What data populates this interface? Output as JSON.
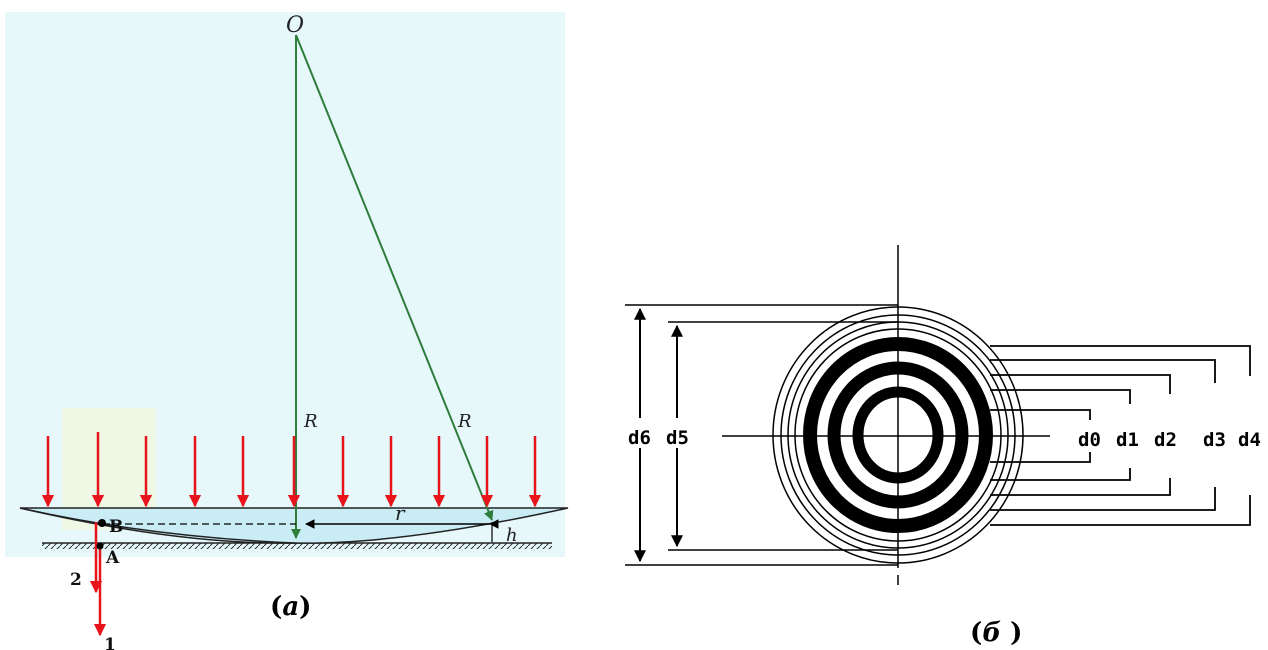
{
  "diagram_a": {
    "center_label": "O",
    "radius_label_left": "R",
    "radius_label_right": "R",
    "r_label": "r",
    "h_label": "h",
    "point_B": "B",
    "point_A": "A",
    "ray_2": "2",
    "ray_1": "1",
    "caption_open": "(",
    "caption_letter": "a",
    "caption_close": ")",
    "colors": {
      "background": "#e6f8fa",
      "light_column": "#eef8e4",
      "lens": "#c9ecf5",
      "ray": "#e8141b",
      "radius_line": "#2e7d3b",
      "outline": "#222222"
    }
  },
  "diagram_b": {
    "d6": "d6",
    "d5": "d5",
    "d0": "d0",
    "d1": "d1",
    "d2": "d2",
    "d3": "d3",
    "d4": "d4",
    "caption_open": "(",
    "caption_letter": "б",
    "caption_close": " )",
    "colors": {
      "ring": "#000000",
      "background": "#ffffff"
    }
  }
}
